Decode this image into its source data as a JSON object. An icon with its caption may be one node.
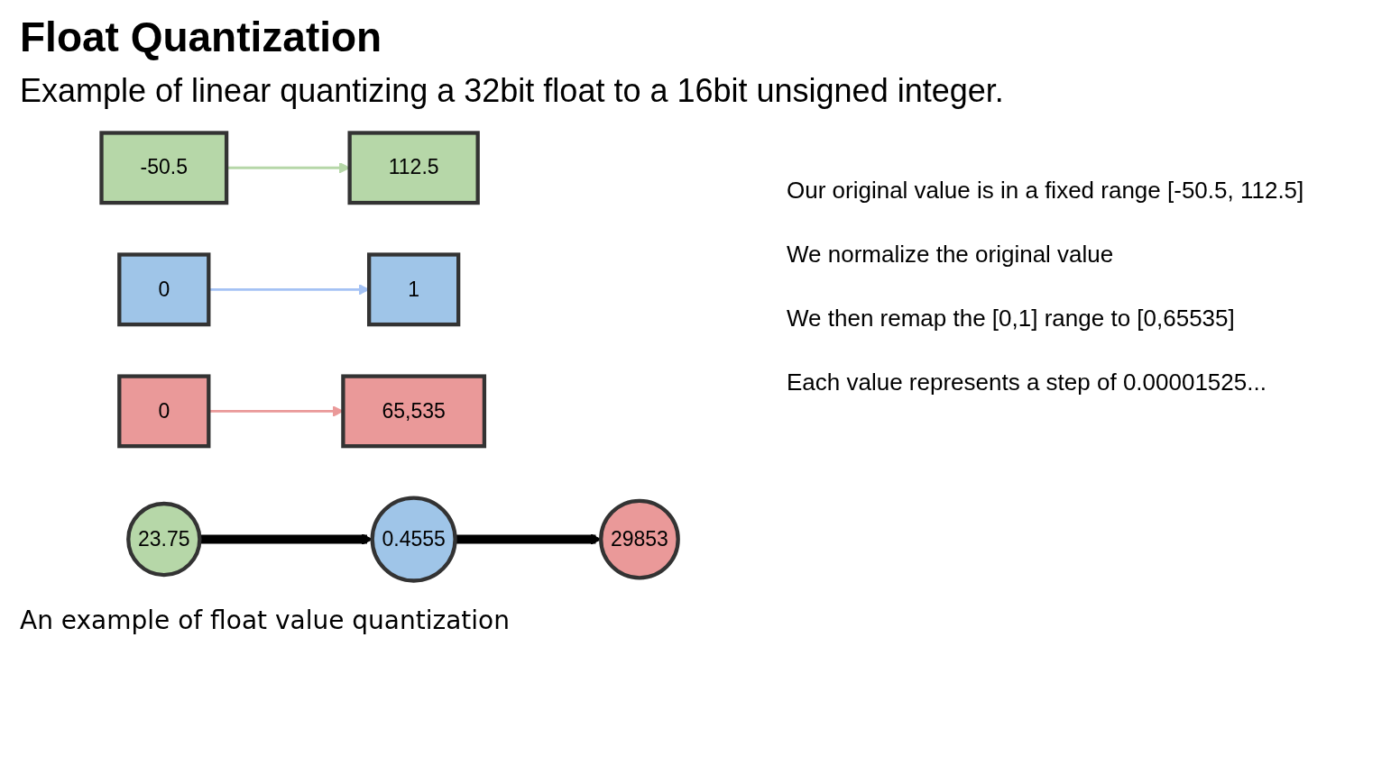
{
  "diagram": {
    "title": "Float Quantization",
    "caption": "An example of float value quantization",
    "nodes": [
      {
        "text": [
          "-50.5"
        ]
      },
      {
        "text": [
          "112.5"
        ]
      },
      {
        "text": [
          "0"
        ]
      },
      {
        "text": [
          "1"
        ]
      },
      {
        "text": [
          "0"
        ]
      },
      {
        "text": [
          "65,535"
        ]
      },
      {
        "text": [
          "23.75"
        ]
      },
      {
        "text": [
          "0.4555"
        ]
      },
      {
        "text": [
          "29853"
        ]
      }
    ],
    "edges": [
      {
        "from": 0,
        "to": 1,
        "arrow": "to",
        "color": "#b6d7a8"
      },
      {
        "from": 2,
        "to": 3,
        "arrow": "to",
        "color": "#a4c2f4"
      },
      {
        "from": 4,
        "to": 5,
        "arrow": "to",
        "color": "#ea9999"
      },
      {
        "from": 6,
        "to": 7,
        "arrow": "to",
        "style": "thick",
        "color": "#000000"
      },
      {
        "from": 7,
        "to": 8,
        "arrow": "to",
        "style": "thick",
        "color": "#000000"
      }
    ],
    "labels": [
      "Example of linear quantizing a 32bit float to a 16bit unsigned integer.",
      "Our original value is in a fixed range [-50.5, 112.5]",
      "We normalize the original value",
      "We then remap the [0,1] range to [0,65535]",
      "Each value represents a step of 0.00001525..."
    ]
  }
}
